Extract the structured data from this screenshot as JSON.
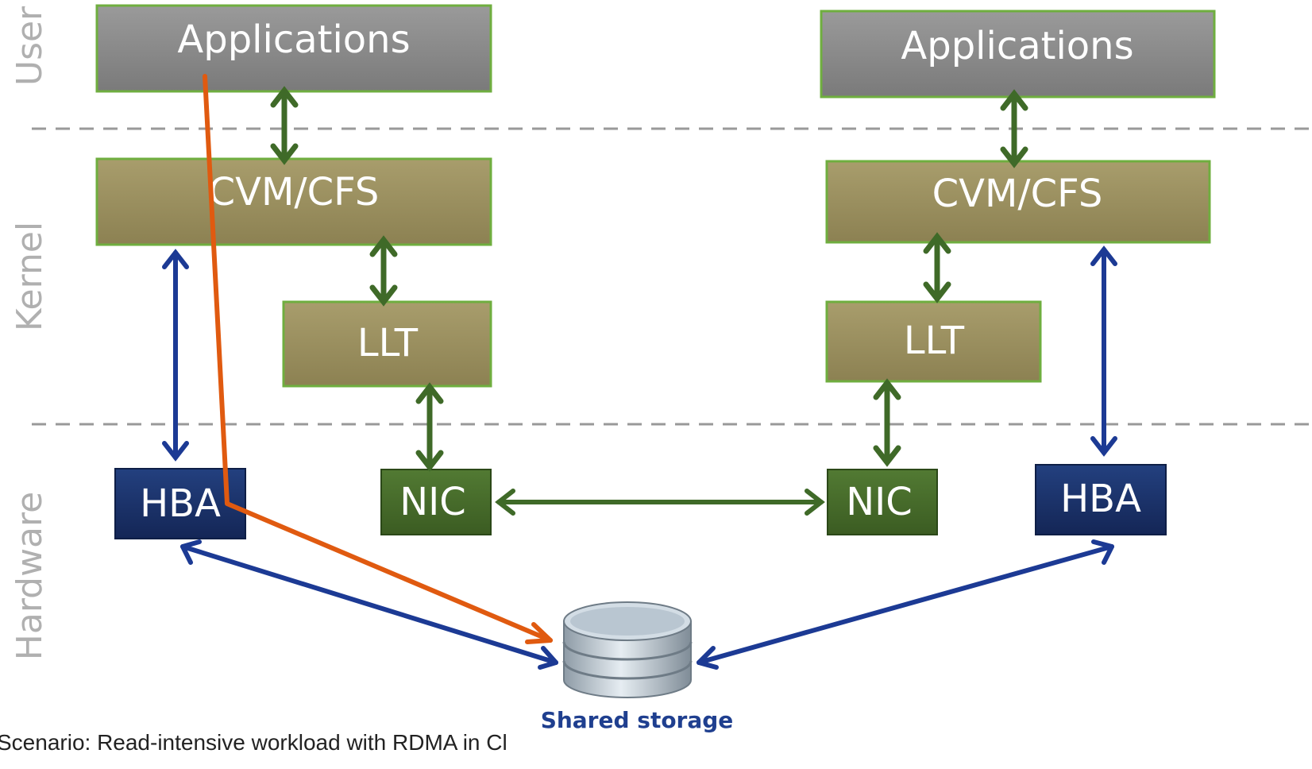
{
  "layers": {
    "user": "User",
    "kernel": "Kernel",
    "hardware": "Hardware"
  },
  "left_node": {
    "applications": "Applications",
    "cvm_cfs": "CVM/CFS",
    "llt": "LLT",
    "hba": "HBA",
    "nic": "NIC"
  },
  "right_node": {
    "applications": "Applications",
    "cvm_cfs": "CVM/CFS",
    "llt": "LLT",
    "hba": "HBA",
    "nic": "NIC"
  },
  "storage": {
    "label": "Shared storage"
  },
  "footer": {
    "text": "Scenario: Read-intensive workload with RDMA in Cl"
  },
  "colors": {
    "applications": "#8c8c8c",
    "kernel_box": "#9b9060",
    "box_border": "#6fae3f",
    "hba": "#1a2f6e",
    "nic": "#466a2a",
    "green_arrow": "#3f6a28",
    "blue_arrow": "#1c3a94",
    "io_path": "#e05a10",
    "divider": "#999999"
  }
}
